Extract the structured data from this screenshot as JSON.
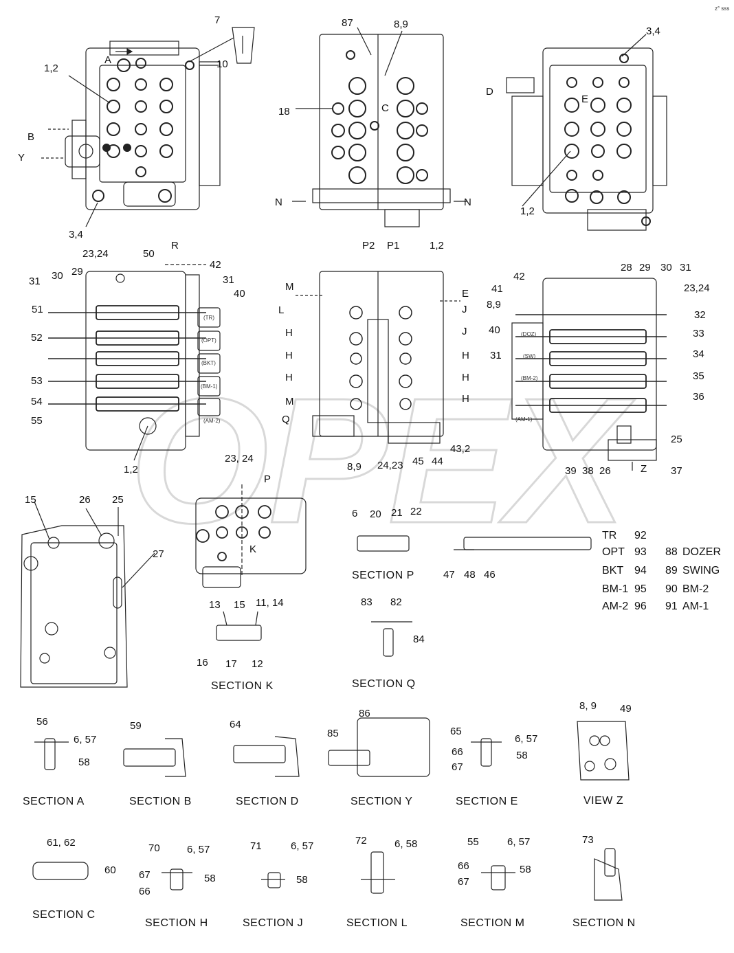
{
  "corner_mark": "z° sss",
  "callouts": {
    "v1_7": "7",
    "v1_a": "A",
    "v1_12": "1,2",
    "v1_10": "10",
    "v1_b": "B",
    "v1_y": "Y",
    "v1_34": "3,4",
    "v2_87": "87",
    "v2_89": "8,9",
    "v2_18": "18",
    "v2_c": "C",
    "v2_n1": "N",
    "v2_n2": "N",
    "v3_34": "3,4",
    "v3_d": "D",
    "v3_e": "E",
    "v3_12": "1,2",
    "s1_r": "R",
    "s1_2324": "23,24",
    "s1_50": "50",
    "s1_42": "42",
    "s1_31a": "31",
    "s1_30": "30",
    "s1_29": "29",
    "s1_31b": "31",
    "s1_40": "40",
    "s1_51": "51",
    "s1_52": "52",
    "s1_53": "53",
    "s1_54": "54",
    "s1_55": "55",
    "s1_12": "1,2",
    "s2_p2": "P2",
    "s2_p1": "P1",
    "s2_12": "1,2",
    "s2_m1": "M",
    "s2_l": "L",
    "s2_h1": "H",
    "s2_h2": "H",
    "s2_h3": "H",
    "s2_m2": "M",
    "s2_q": "Q",
    "s2_e": "E",
    "s2_j1": "J",
    "s2_j2": "J",
    "s2_h4": "H",
    "s2_h5": "H",
    "s2_h6": "H",
    "s2_89": "8,9",
    "s2_2423": "24,23",
    "s2_45": "45",
    "s2_44": "44",
    "s2_432": "43,2",
    "s3_41": "41",
    "s3_42": "42",
    "s3_28": "28",
    "s3_29": "29",
    "s3_30": "30",
    "s3_31a": "31",
    "s3_2324": "23,24",
    "s3_89": "8,9",
    "s3_32": "32",
    "s3_40": "40",
    "s3_33": "33",
    "s3_31b": "31",
    "s3_34": "34",
    "s3_35": "35",
    "s3_36": "36",
    "s3_25": "25",
    "s3_39": "39",
    "s3_38": "38",
    "s3_26": "26",
    "s3_z": "Z",
    "s3_37": "37",
    "bl_15": "15",
    "bl_26": "26",
    "bl_25": "25",
    "bl_27": "27",
    "k_2324": "23, 24",
    "k_p": "P",
    "k_k": "K",
    "k_13": "13",
    "k_15": "15",
    "k_1114": "11, 14",
    "k_16": "16",
    "k_17": "17",
    "k_12": "12",
    "p_6": "6",
    "p_20": "20",
    "p_21": "21",
    "p_22": "22",
    "p_47": "47",
    "p_48": "48",
    "p_46": "46",
    "q_83": "83",
    "q_82": "82",
    "q_84": "84",
    "a_56": "56",
    "a_657": "6, 57",
    "a_58": "58",
    "b_59": "59",
    "d_64": "64",
    "y_86": "86",
    "y_85": "85",
    "e_65": "65",
    "e_66": "66",
    "e_657": "6, 57",
    "e_58": "58",
    "e_67": "67",
    "z_89": "8, 9",
    "z_49": "49",
    "c_6162": "61, 62",
    "c_60": "60",
    "h_70": "70",
    "h_657": "6, 57",
    "h_67": "67",
    "h_58": "58",
    "h_66": "66",
    "j_71": "71",
    "j_657": "6, 57",
    "j_58": "58",
    "l_72": "72",
    "l_658": "6, 58",
    "m_55": "55",
    "m_657": "6, 57",
    "m_66": "66",
    "m_58": "58",
    "m_67": "67",
    "n_73": "73"
  },
  "spool_tags": {
    "s1": [
      "(TR)",
      "(OPT)",
      "(BKT)",
      "(BM-1)",
      "(AM-2)"
    ],
    "s3": [
      "(DOZ)",
      "(SW)",
      "(BM-2)",
      "(AM-1)"
    ]
  },
  "control_legend": [
    {
      "name": "TR",
      "num": "92"
    },
    {
      "name": "OPT",
      "num": "93",
      "name2": "88",
      "label2": "DOZER"
    },
    {
      "name": "BKT",
      "num": "94",
      "name2": "89",
      "label2": "SWING"
    },
    {
      "name": "BM-1",
      "num": "95",
      "name2": "90",
      "label2": "BM-2"
    },
    {
      "name": "AM-2",
      "num": "96",
      "name2": "91",
      "label2": "AM-1"
    }
  ],
  "sections": {
    "p": "SECTION  P",
    "k": "SECTION  K",
    "q": "SECTION  Q",
    "a": "SECTION  A",
    "b": "SECTION  B",
    "d": "SECTION  D",
    "y": "SECTION  Y",
    "e": "SECTION  E",
    "z": "VIEW  Z",
    "c": "SECTION  C",
    "h": "SECTION  H",
    "j": "SECTION  J",
    "l": "SECTION  L",
    "m": "SECTION  M",
    "n": "SECTION  N"
  },
  "watermark": "OPEX"
}
